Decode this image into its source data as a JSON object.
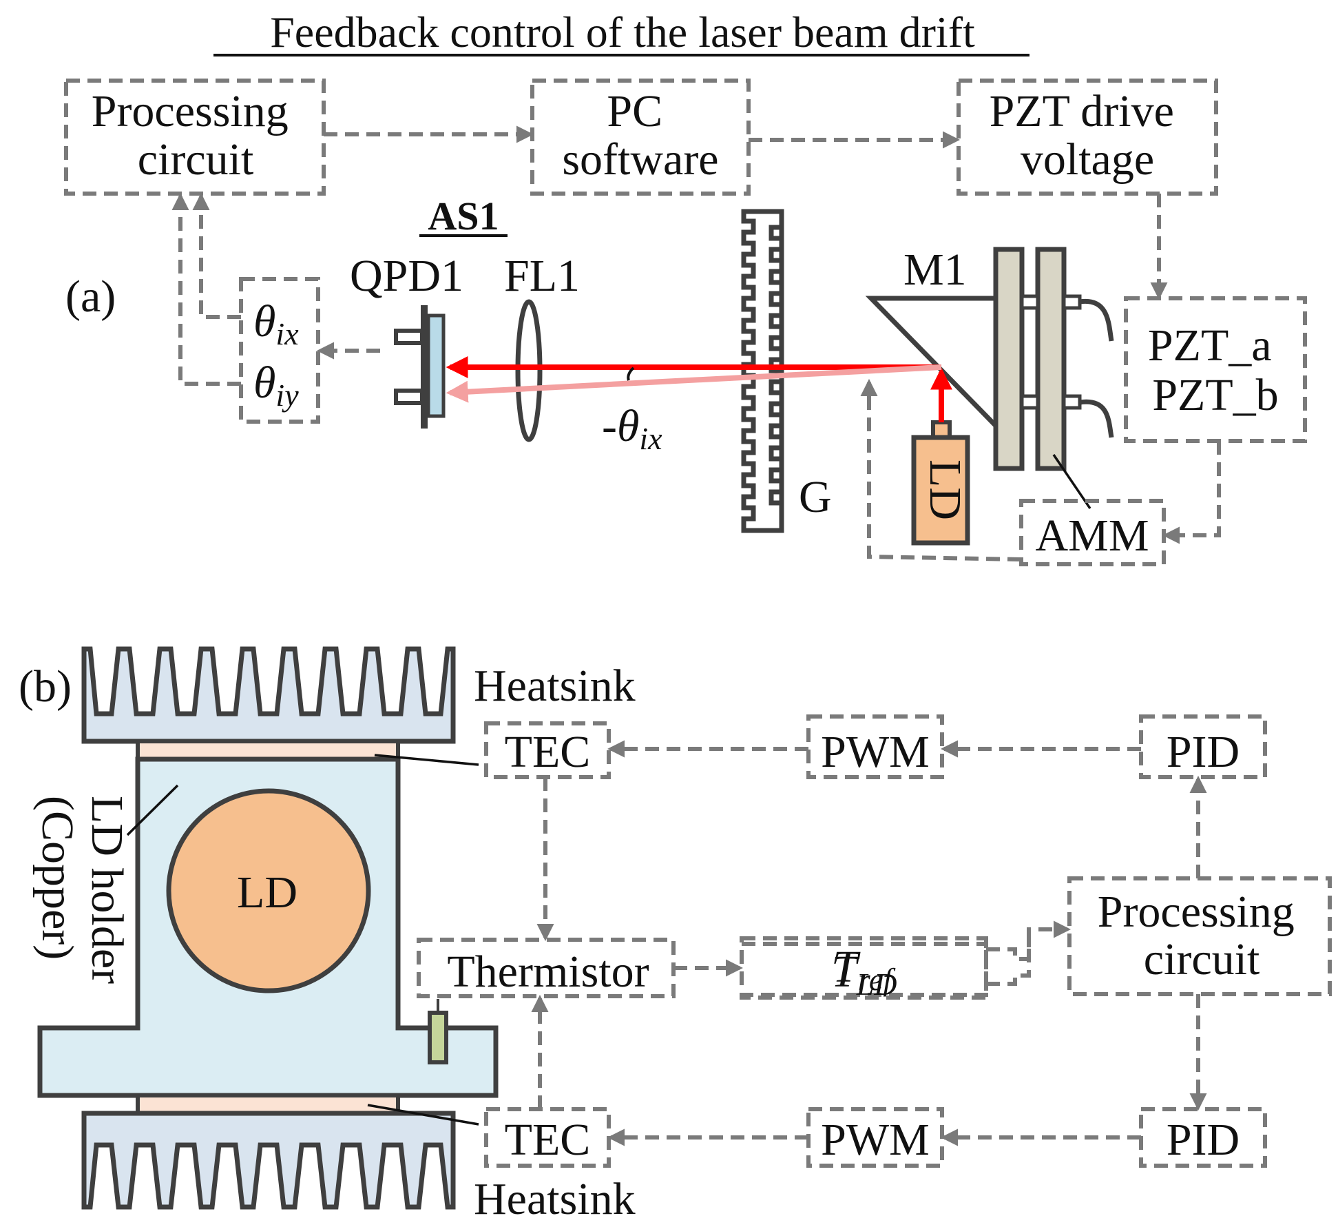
{
  "title": "Feedback control  of the  laser  beam  drift",
  "panel_a": {
    "panel_label": "(a)",
    "assembly_label": "AS1",
    "boxes": {
      "processing_circuit": [
        "Processing",
        "circuit"
      ],
      "pc_software": [
        "PC",
        "software"
      ],
      "pzt_drive_voltage": [
        "PZT drive",
        "voltage"
      ],
      "pzt": [
        "PZT_a",
        "PZT_b"
      ],
      "amm": "AMM"
    },
    "theta_ix": {
      "symbol": "θ",
      "sub": "ix"
    },
    "theta_iy": {
      "symbol": "θ",
      "sub": "iy"
    },
    "angle_label": {
      "prefix": "-",
      "symbol": "θ",
      "sub": "ix"
    },
    "components": {
      "qpd": "QPD1",
      "lens": "FL1",
      "grating": "G",
      "mirror": "M1",
      "laser_diode": "LD"
    },
    "colors": {
      "beam": "#ff0000",
      "beam_return": "#f4a0a0",
      "qpd_sensor": "#b9dbe8",
      "ld_body": "#f6bf8e",
      "pzt_plate": "#d9d6c6",
      "dashed": "#7a7a7a"
    }
  },
  "panel_b": {
    "panel_label": "(b)",
    "heatsink_top": "Heatsink",
    "heatsink_bottom": "Heatsink",
    "holder_label": [
      "LD holder",
      "(Copper)"
    ],
    "ld_label": "LD",
    "boxes": {
      "tec_top": "TEC",
      "pwm_top": "PWM",
      "pid_top": "PID",
      "thermistor": "Thermistor",
      "processing_circuit": [
        "Processing",
        "circuit"
      ],
      "tec_bottom": "TEC",
      "pwm_bottom": "PWM",
      "pid_bottom": "PID"
    },
    "t_ref": {
      "symbol": "T",
      "sub": "ref"
    },
    "t_ld": {
      "symbol": "T",
      "sub": "LD"
    },
    "colors": {
      "heatsink": "#d9e4ef",
      "holder": "#dbedf3",
      "tec_pad": "#fbe3d4",
      "ld": "#f6bf8e",
      "thermistor": "#c5d69a"
    }
  }
}
